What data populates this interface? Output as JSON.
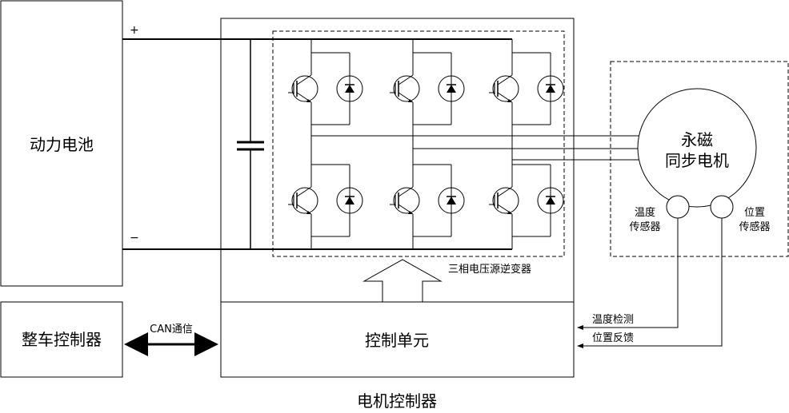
{
  "battery": {
    "label": "动力电池",
    "plus": "+",
    "minus": "−"
  },
  "vcu": {
    "label": "整车控制器"
  },
  "can": {
    "label": "CAN通信"
  },
  "controller": {
    "unit_label": "控制单元",
    "title": "电机控制器"
  },
  "inverter": {
    "label": "三相电压源逆变器"
  },
  "motor": {
    "line1": "永磁",
    "line2": "同步电机"
  },
  "temp_sensor": {
    "line1": "温度",
    "line2": "传感器"
  },
  "pos_sensor": {
    "line1": "位置",
    "line2": "传感器"
  },
  "signals": {
    "temp_detect": "温度检测",
    "pos_feedback": "位置反馈"
  }
}
